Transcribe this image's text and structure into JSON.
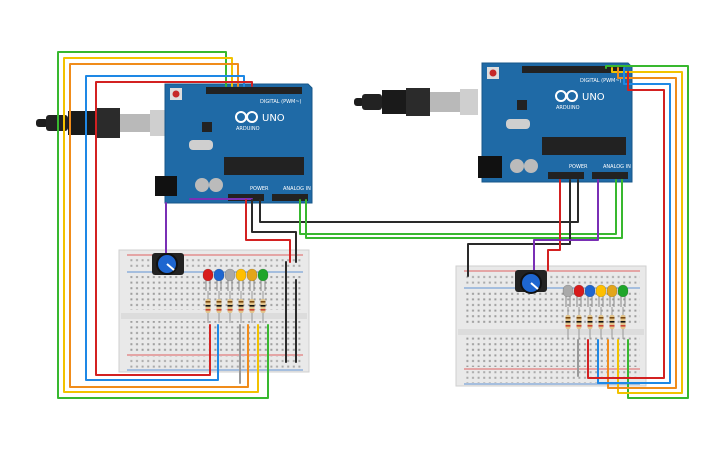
{
  "boards": {
    "left": {
      "model": "UNO",
      "brand": "ARDUINO",
      "digital_label": "DIGITAL (PWM~)",
      "power_label": "POWER",
      "analog_label": "ANALOG IN"
    },
    "right": {
      "model": "UNO",
      "brand": "ARDUINO",
      "digital_label": "DIGITAL (PWM~)",
      "power_label": "POWER",
      "analog_label": "ANALOG IN"
    }
  },
  "leds": {
    "left": [
      "#d81b1b",
      "#1e66d0",
      "#a9a9a9",
      "#ffbf00",
      "#e3a51b",
      "#1fa52a"
    ],
    "right": [
      "#a9a9a9",
      "#d81b1b",
      "#1e66d0",
      "#ffbf00",
      "#e3a51b",
      "#1fa52a"
    ]
  },
  "wire_colors": {
    "green": "#38b82f",
    "yellow": "#f2c200",
    "orange": "#f08c1a",
    "blue": "#1e88e5",
    "red": "#d32121",
    "purple": "#7a2fb5",
    "black": "#2a2a2a",
    "gray": "#9a9a9a"
  },
  "colors": {
    "board": "#1f6aa6",
    "board_dark": "#175789",
    "breadboard": "#e9e9e9",
    "rail_red": "#d33",
    "rail_blue": "#37c"
  }
}
